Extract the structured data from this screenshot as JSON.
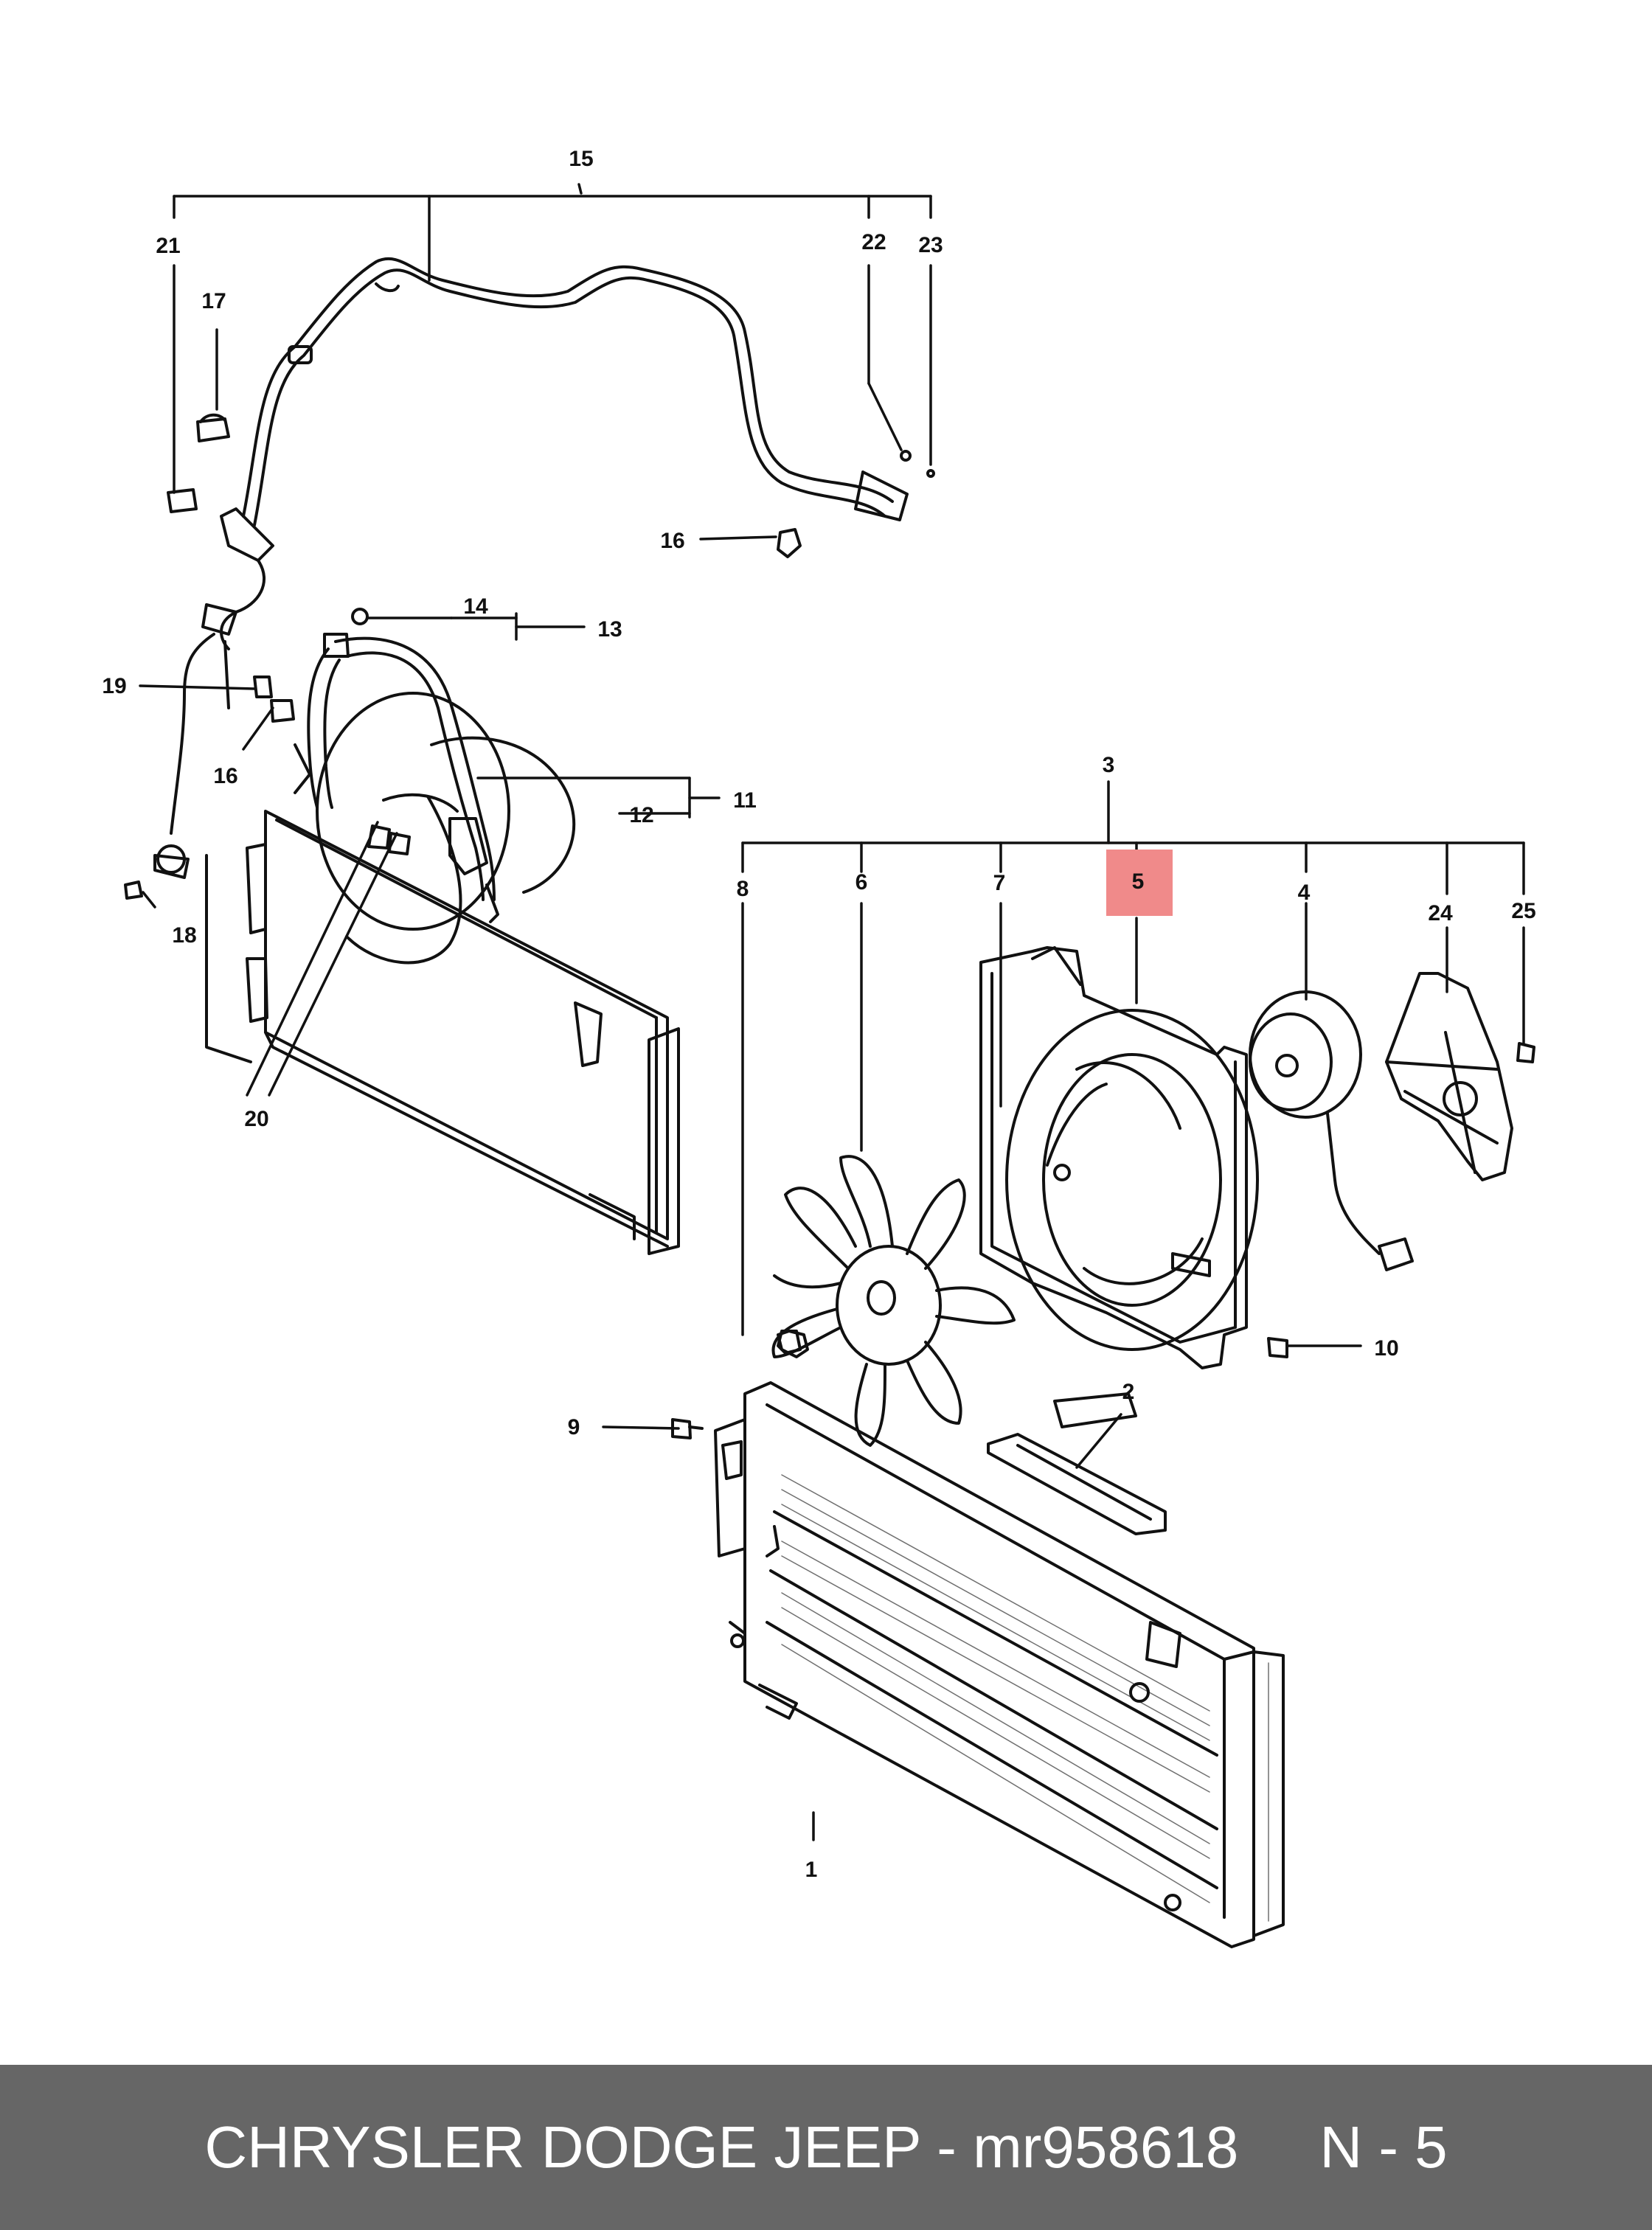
{
  "callouts": {
    "c1": "1",
    "c2": "2",
    "c3": "3",
    "c4": "4",
    "c5": "5",
    "c6": "6",
    "c7": "7",
    "c8": "8",
    "c9": "9",
    "c10": "10",
    "c11": "11",
    "c12": "12",
    "c13": "13",
    "c14": "14",
    "c15": "15",
    "c16a": "16",
    "c16b": "16",
    "c17": "17",
    "c18": "18",
    "c19": "19",
    "c20": "20",
    "c21": "21",
    "c22": "22",
    "c23": "23",
    "c24": "24",
    "c25": "25"
  },
  "highlighted_callout": "5",
  "highlight_color": "#f08a8a",
  "footer": {
    "code": "CHRYSLER DODGE JEEP - mr958618",
    "page": "N - 5"
  },
  "colors": {
    "line": "#111111",
    "footer_bg": "#666666",
    "footer_text": "#ffffff"
  }
}
